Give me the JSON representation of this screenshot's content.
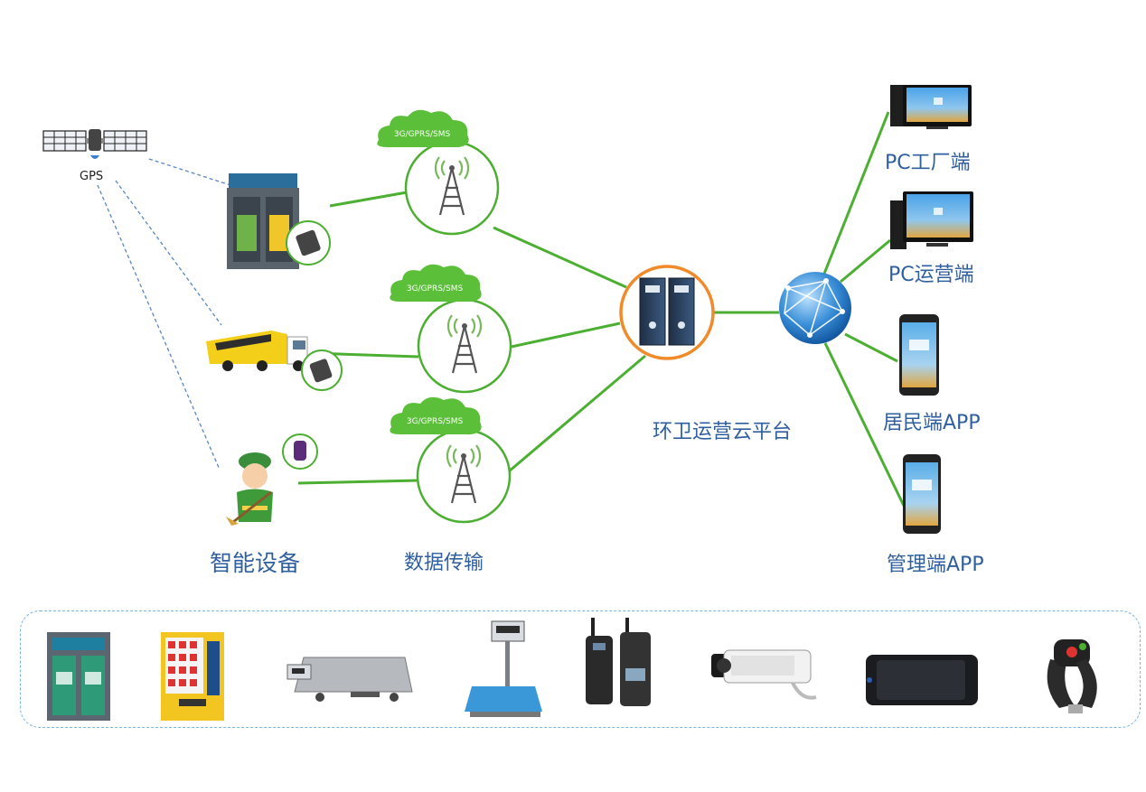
{
  "gps": {
    "label": "GPS"
  },
  "columns": {
    "devices": "智能设备",
    "transmission": "数据传输",
    "platform": "环卫运营云平台"
  },
  "towers": [
    {
      "cloud_label": "3G/GPRS/SMS"
    },
    {
      "cloud_label": "3G/GPRS/SMS"
    },
    {
      "cloud_label": "3G/GPRS/SMS"
    }
  ],
  "endpoints": [
    {
      "label": "PC工厂端",
      "kind": "pc-monitor-icon"
    },
    {
      "label": "PC运营端",
      "kind": "pc-monitor-icon"
    },
    {
      "label": "居民端APP",
      "kind": "smartphone-icon"
    },
    {
      "label": "管理端APP",
      "kind": "smartphone-icon"
    }
  ],
  "devices": [
    {
      "kind": "smart-recycling-bin-icon"
    },
    {
      "kind": "garbage-truck-icon"
    },
    {
      "kind": "sanitation-worker-icon"
    }
  ],
  "tray_items": [
    {
      "kind": "recycling-kiosk-icon"
    },
    {
      "kind": "vending-machine-icon"
    },
    {
      "kind": "platform-scale-icon"
    },
    {
      "kind": "bench-scale-icon"
    },
    {
      "kind": "walkie-talkie-icon"
    },
    {
      "kind": "bullet-camera-icon"
    },
    {
      "kind": "vehicle-terminal-icon"
    },
    {
      "kind": "smart-wristband-icon"
    }
  ],
  "colors": {
    "link_green": "#4caf32",
    "gps_dash_blue": "#5a86c4",
    "label_blue": "#2f5f9e",
    "platform_ring": "#f08a2a",
    "cloud_green": "#5bbf3a",
    "tray_border": "#7bb6e0"
  }
}
